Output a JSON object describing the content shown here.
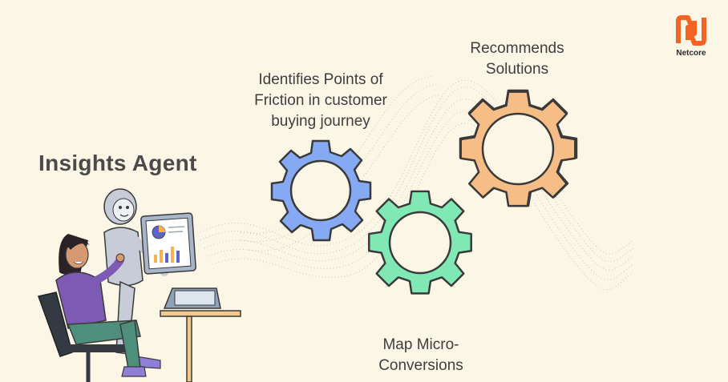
{
  "title": "Insights Agent",
  "gears": {
    "friction": {
      "label_lines": [
        "Identifies Points of",
        "Friction in customer",
        "buying journey"
      ],
      "color": "#85aaf3"
    },
    "recommend": {
      "label_lines": [
        "Recommends",
        "Solutions"
      ],
      "color": "#f7bd86"
    },
    "micro": {
      "label_lines": [
        "Map Micro-",
        "Conversions"
      ],
      "color": "#7fe8b4"
    }
  },
  "logo": {
    "text": "Netcore",
    "color": "#f26522"
  },
  "colors": {
    "background": "#fbf6e6",
    "outline": "#3a3a3a"
  }
}
